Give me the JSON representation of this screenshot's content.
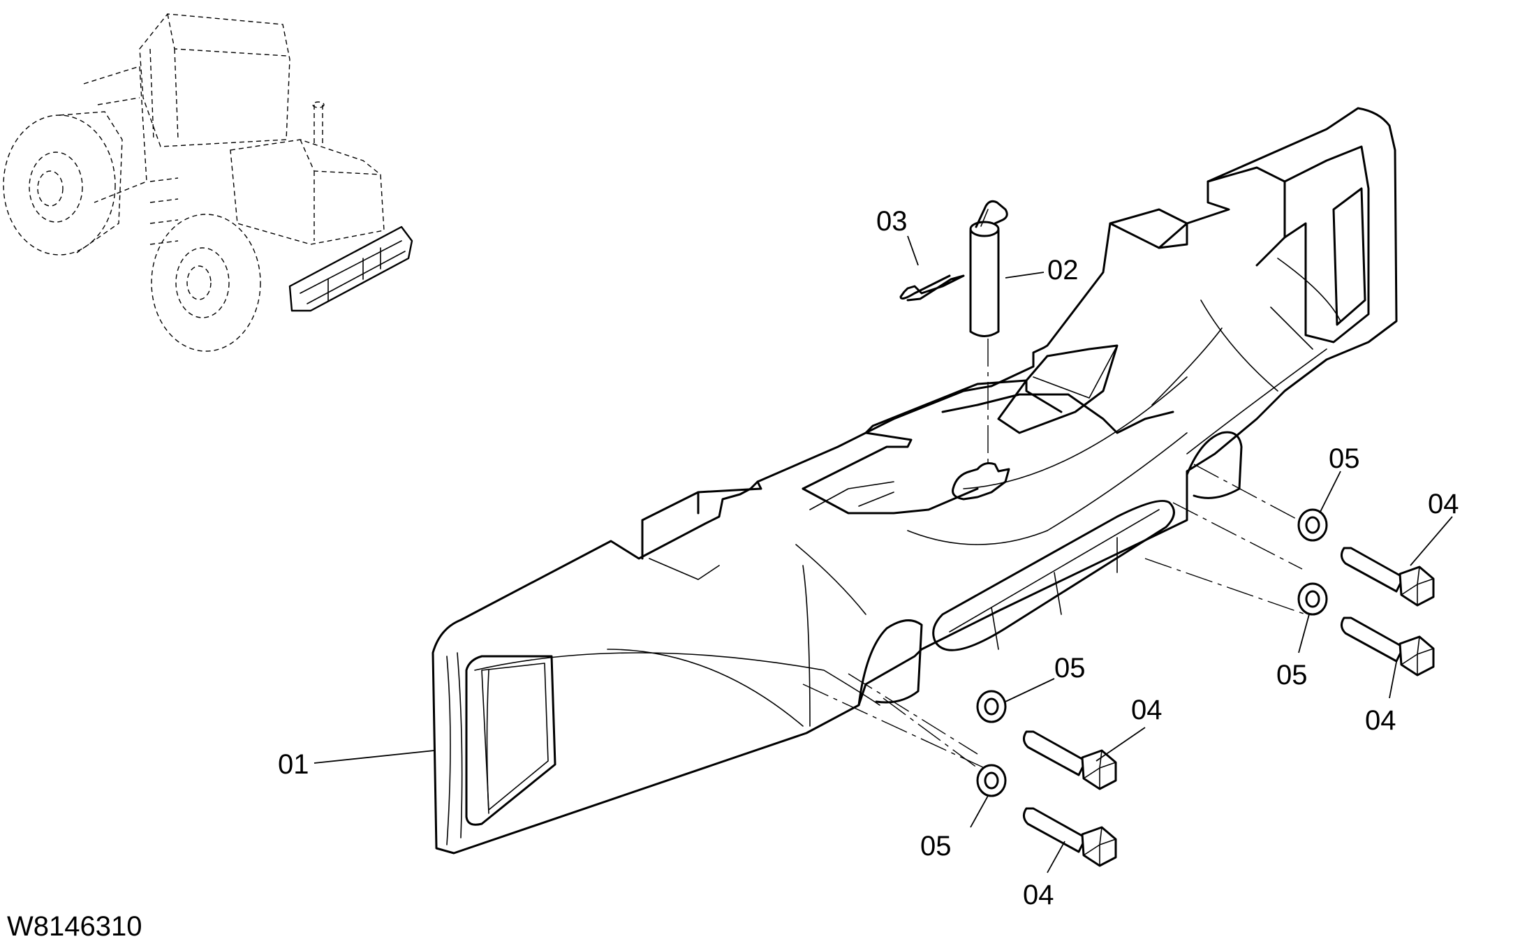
{
  "figure_id": "W8146310",
  "callouts": {
    "c01": "01",
    "c02": "02",
    "c03": "03",
    "c04a": "04",
    "c04b": "04",
    "c04c": "04",
    "c04d": "04",
    "c05a": "05",
    "c05b": "05",
    "c05c": "05",
    "c05d": "05"
  }
}
